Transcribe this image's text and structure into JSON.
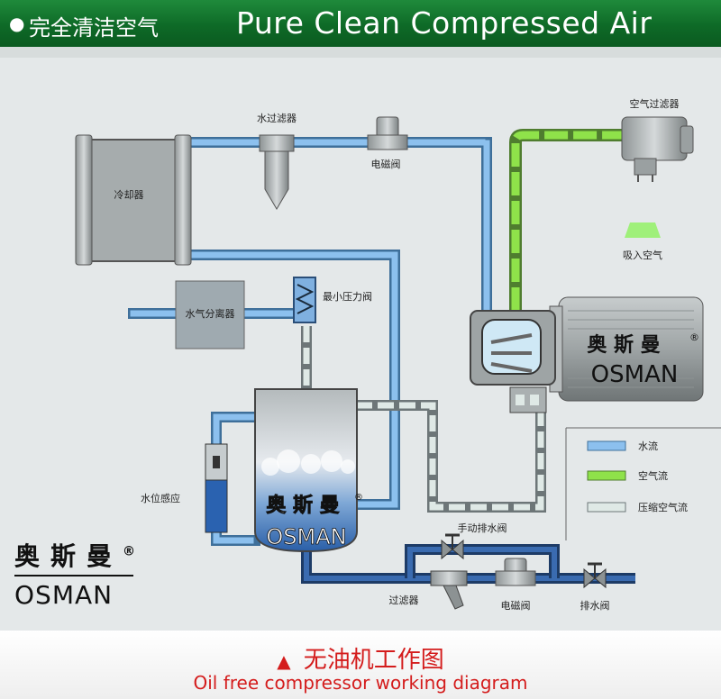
{
  "header": {
    "bullet": "●",
    "title_cn": "完全清洁空气",
    "title_en": "Pure Clean Compressed  Air"
  },
  "labels": {
    "cooler": "冷却器",
    "water_filter": "水过滤器",
    "solenoid_valve_top": "电磁阀",
    "air_filter": "空气过滤器",
    "intake_air": "吸入空气",
    "separator": "水气分离器",
    "min_pressure_valve": "最小压力阀",
    "water_level_sensor": "水位感应",
    "manual_drain_valve": "手动排水阀",
    "filter": "过滤器",
    "solenoid_valve_bottom": "电磁阀",
    "drain_valve": "排水阀"
  },
  "legend": {
    "water": "水流",
    "air": "空气流",
    "compressed_air": "压缩空气流"
  },
  "motor_brand": {
    "cn": "奥 斯 曼",
    "reg": "®",
    "en": "OSMAN"
  },
  "tank_brand": {
    "cn": "奥 斯 曼",
    "reg": "®",
    "en": "OSMAN"
  },
  "logo": {
    "cn": "奥斯曼",
    "reg": "®",
    "en": "OSMAN"
  },
  "footer": {
    "triangle": "▲",
    "title_cn": "无油机工作图",
    "subtitle_en": "Oil free compressor working diagram"
  },
  "colors": {
    "header_green": "#0e6a27",
    "water_pipe": "#7fb4e8",
    "air_pipe": "#8fe24a",
    "compressed_pipe": "#c9d8d6",
    "footer_red": "#d41c1c"
  }
}
